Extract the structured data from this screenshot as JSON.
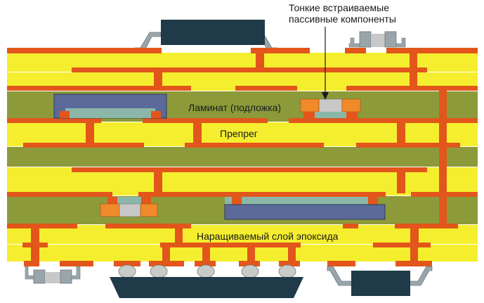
{
  "labels": {
    "passives_line1": "Тонкие встраиваемые",
    "passives_line2": "пассивные компоненты",
    "laminate": "Ламинат (подложка)",
    "prepreg": "Препрег",
    "buildup": "Наращиваемый слой эпоксида"
  },
  "colors": {
    "epoxy_yellow": "#f5ee2e",
    "laminate_olive": "#8c9a3a",
    "copper_trace": "#e2561b",
    "die_navy": "#1f3a48",
    "chip_body_blue": "#5b6a9a",
    "chip_die_teal": "#8ab7a8",
    "lead_gray": "#9aa5ab",
    "passive_orange": "#f08a2a",
    "passive_gray": "#c8c8c8",
    "solder_ball": "#c8ccc8"
  }
}
